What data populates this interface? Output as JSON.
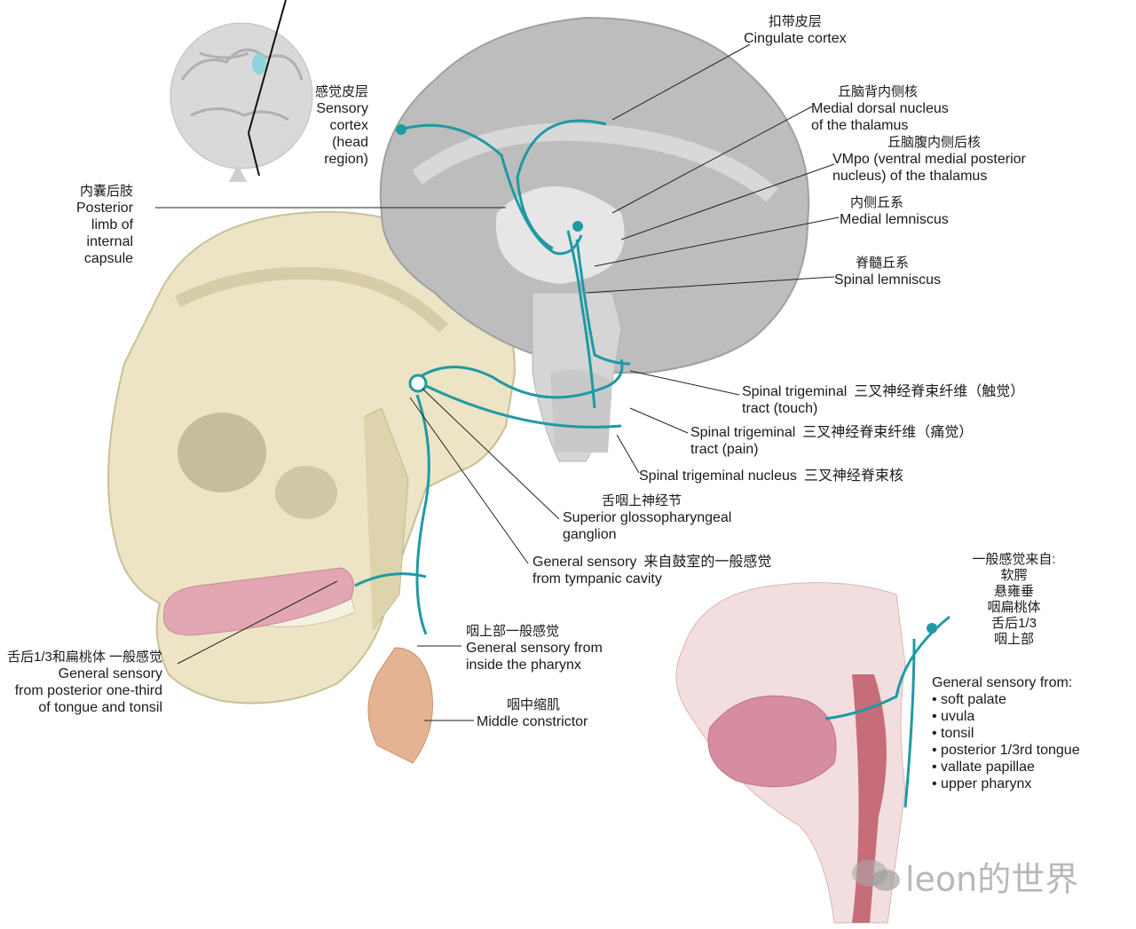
{
  "labels": {
    "cingulate": {
      "zh": "扣带皮层",
      "en": "Cingulate cortex"
    },
    "sensory_cortex": {
      "zh": "感觉皮层",
      "en": [
        "Sensory",
        "cortex",
        "(head",
        "region)"
      ]
    },
    "medial_dorsal": {
      "zh": "丘脑背内侧核",
      "en": [
        "Medial dorsal nucleus",
        "of the thalamus"
      ]
    },
    "vmpo": {
      "zh": "丘脑腹内侧后核",
      "en": [
        "VMpo (ventral medial posterior",
        "nucleus) of the thalamus"
      ]
    },
    "medial_lemniscus": {
      "zh": "内侧丘系",
      "en": "Medial lemniscus"
    },
    "spinal_lemniscus": {
      "zh": "脊髓丘系",
      "en": "Spinal lemniscus"
    },
    "internal_capsule": {
      "zh": "内囊后肢",
      "en": [
        "Posterior",
        "limb of",
        "internal",
        "capsule"
      ]
    },
    "spinal_trig_touch": {
      "en1": "Spinal trigeminal",
      "zh": "三叉神经脊束纤维（触觉）",
      "en2": "tract (touch)"
    },
    "spinal_trig_pain": {
      "en1": "Spinal trigeminal",
      "zh": "三叉神经脊束纤维（痛觉）",
      "en2": "tract (pain)"
    },
    "spinal_trig_nucleus": {
      "en": "Spinal trigeminal nucleus",
      "zh": "三叉神经脊束核"
    },
    "sup_glosso_ganglion": {
      "zh": "舌咽上神经节",
      "en": [
        "Superior glossopharyngeal",
        "ganglion"
      ]
    },
    "tympanic": {
      "en1": "General sensory",
      "zh": "来自鼓室的一般感觉",
      "en2": "from tympanic cavity"
    },
    "tongue_tonsil": {
      "zh": "舌后1/3和扁桃体 一般感觉",
      "en": [
        "General sensory",
        "from posterior one-third",
        "of tongue and tonsil"
      ]
    },
    "pharynx_inside": {
      "zh": "咽上部一般感觉",
      "en": [
        "General sensory from",
        "inside the pharynx"
      ]
    },
    "middle_constrictor": {
      "zh": "咽中缩肌",
      "en": "Middle constrictor"
    },
    "right_panel": {
      "zh_title": "一般感觉来自:",
      "zh_items": [
        "软腭",
        "悬雍垂",
        "咽扁桃体",
        "舌后1/3",
        "咽上部"
      ],
      "en_title": "General sensory from:",
      "en_items": [
        "soft palate",
        "uvula",
        "tonsil",
        "posterior 1/3rd tongue",
        "vallate papillae",
        "upper pharynx"
      ]
    }
  },
  "watermark": "leon的世界",
  "colors": {
    "nerve": "#1f9aa3",
    "bone": "#ece4c5",
    "brain": "#b8b8b8",
    "tongue": "#e3a7b4"
  }
}
